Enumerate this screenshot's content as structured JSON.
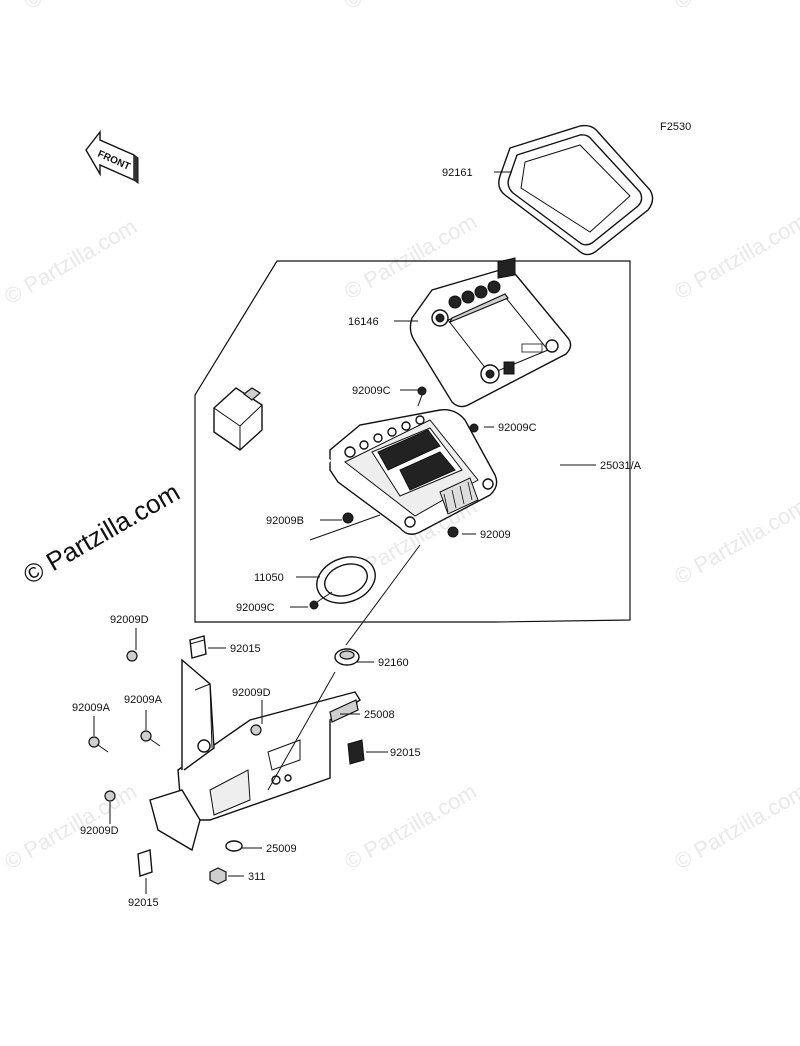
{
  "diagram_code": "F2530",
  "front_label": "FRONT",
  "watermark": "© Partzilla.com",
  "callouts": {
    "c92161": "92161",
    "c16146": "16146",
    "c92009C_top": "92009C",
    "c92009C_right": "92009C",
    "c25031A": "25031/A",
    "c92009B": "92009B",
    "c92009": "92009",
    "c11050": "11050",
    "c92009C_bottom": "92009C",
    "c92009D_top": "92009D",
    "c92015_top": "92015",
    "c92160": "92160",
    "c92009D_mid": "92009D",
    "c25008": "25008",
    "c92009A_left": "92009A",
    "c92009A_mid": "92009A",
    "c92015_right": "92015",
    "c92009D_bottom": "92009D",
    "c25009": "25009",
    "c311": "311",
    "c92015_bottom": "92015"
  }
}
